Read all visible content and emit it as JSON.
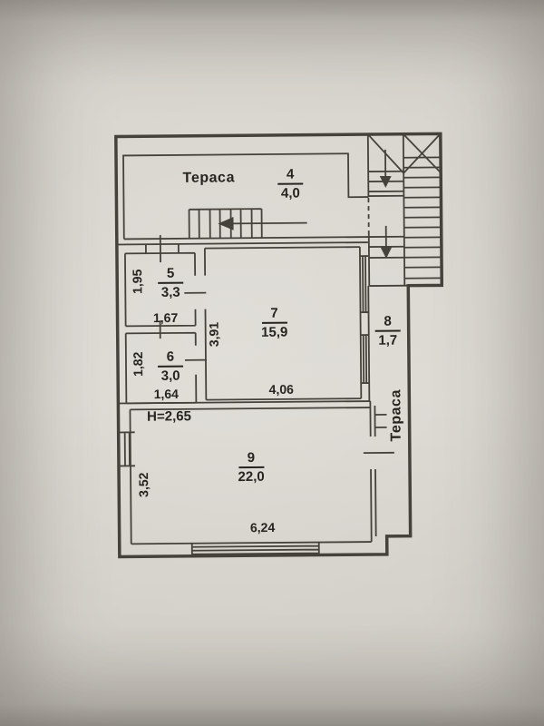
{
  "plan": {
    "labels": {
      "terrace_top": "Тераса",
      "terrace_right": "Тераса",
      "ceiling_height": "H=2,65"
    },
    "rooms": [
      {
        "number": "4",
        "area": "4,0"
      },
      {
        "number": "5",
        "area": "3,3",
        "width": "1,67",
        "depth": "1,95"
      },
      {
        "number": "6",
        "area": "3,0",
        "width": "1,64",
        "depth": "1,82"
      },
      {
        "number": "7",
        "area": "15,9",
        "width": "4,06",
        "depth": "3,91"
      },
      {
        "number": "8",
        "area": "1,7"
      },
      {
        "number": "9",
        "area": "22,0",
        "width": "6,24",
        "depth": "3,52"
      }
    ],
    "colors": {
      "paper": "#d7d4cd",
      "line": "#45423c",
      "text": "#262420"
    }
  }
}
